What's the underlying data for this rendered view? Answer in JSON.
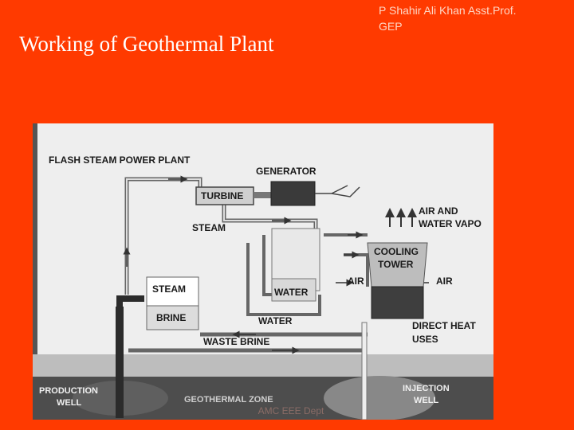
{
  "slide": {
    "title": "Working of Geothermal Plant",
    "author": "P Shahir Ali Khan   Asst.Prof.",
    "author_line2": "GEP",
    "footer": "AMC EEE Dept"
  },
  "diagram": {
    "header": "FLASH STEAM POWER PLANT",
    "labels": {
      "generator": "GENERATOR",
      "turbine": "TURBINE",
      "steam_upper": "STEAM",
      "steam_box": "STEAM",
      "brine": "BRINE",
      "water_upper": "WATER",
      "water_lower": "WATER",
      "waste_brine": "WASTE BRINE",
      "air_left": "AIR",
      "air_right": "AIR",
      "air_vapor_1": "AIR AND",
      "air_vapor_2": "WATER VAPO",
      "cooling_1": "COOLING",
      "cooling_2": "TOWER",
      "direct_heat_1": "DIRECT HEAT",
      "direct_heat_2": "USES",
      "production_1": "PRODUCTION",
      "production_2": "WELL",
      "geothermal_zone": "GEOTHERMAL ZONE",
      "injection_1": "INJECTION",
      "injection_2": "WELL"
    }
  }
}
